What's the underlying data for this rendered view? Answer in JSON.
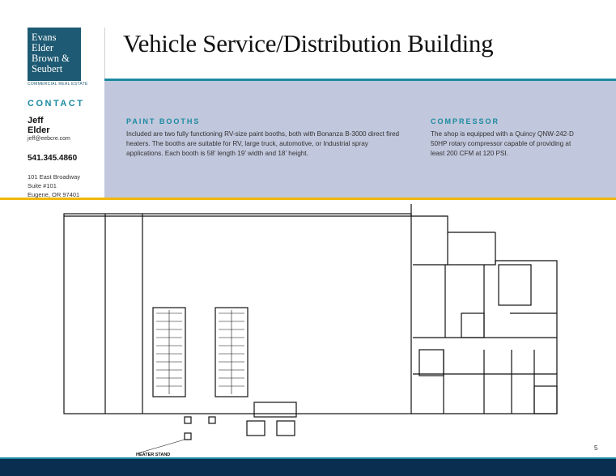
{
  "logo": {
    "lines": [
      "Evans",
      "Elder",
      "Brown &",
      "Seubert"
    ],
    "sub": "COMMERCIAL REAL ESTATE"
  },
  "title": "Vehicle Service/Distribution Building",
  "contact": {
    "heading": "CONTACT",
    "first_name": "Jeff",
    "last_name": "Elder",
    "email": "jeff@eebcre.com",
    "phone": "541.345.4860",
    "address1": "101 East Broadway",
    "address2": "Suite #101",
    "address3": "Eugene, OR 97401"
  },
  "sections": {
    "paint": {
      "heading": "PAINT BOOTHS",
      "body": "Included are two fully functioning RV-size paint booths, both with Bonanza B-3000 direct fired heaters. The booths are suitable for RV, large truck, automotive, or Industrial spray applications. Each booth is 58’ length 19’ width and 18’ height."
    },
    "compressor": {
      "heading": "COMPRESSOR",
      "body": "The shop is equipped with a Quincy QNW-242-D 50HP rotary compressor capable of providing at least 200 CFM at 120 PSI."
    }
  },
  "plan": {
    "label": "HEATER STAND"
  },
  "page_number": "5",
  "colors": {
    "teal": "#1a8aa0",
    "navy": "#0a2e4f",
    "gold": "#f1b70c",
    "panel": "#c1c7dc",
    "logo": "#1e5a73"
  }
}
